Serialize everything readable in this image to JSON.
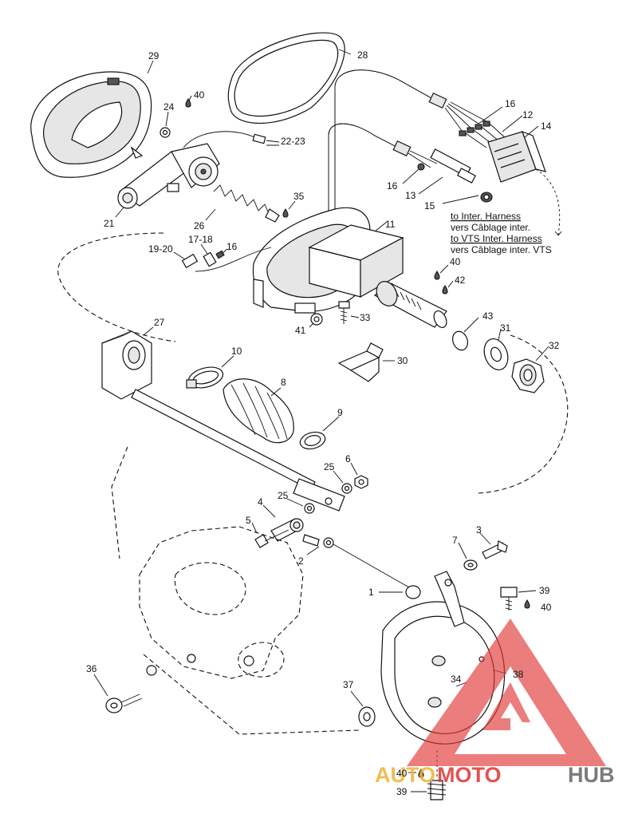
{
  "callouts": {
    "c1": "1",
    "c2": "2",
    "c3": "3",
    "c4": "4",
    "c5": "5",
    "c6": "6",
    "c7": "7",
    "c8": "8",
    "c9": "9",
    "c10": "10",
    "c11": "11",
    "c12": "12",
    "c13": "13",
    "c14": "14",
    "c15": "15",
    "c16a": "16",
    "c16b": "16",
    "c16c": "16",
    "c17_18": "17-18",
    "c19_20": "19-20",
    "c21": "21",
    "c22_23": "22-23",
    "c24": "24",
    "c25a": "25",
    "c25b": "25",
    "c26": "26",
    "c27": "27",
    "c28": "28",
    "c29": "29",
    "c30": "30",
    "c31": "31",
    "c32": "32",
    "c33": "33",
    "c34": "34",
    "c35": "35",
    "c36": "36",
    "c37": "37",
    "c38": "38",
    "c39a": "39",
    "c39b": "39",
    "c40a": "40",
    "c40b": "40",
    "c40c": "40",
    "c40d": "40",
    "c41": "41",
    "c42": "42",
    "c43": "43"
  },
  "harness_note": {
    "line1": "to Inter. Harness",
    "line2": "vers Câblage inter.",
    "line3": "to VTS Inter. Harness",
    "line4": "vers Câblage inter. VTS"
  },
  "watermark": {
    "part1": "AUTO",
    "part2": "MOTO",
    "part3": "HUB",
    "color_auto": "#f0b43c",
    "color_moto": "#e03a3a",
    "color_hub": "#6a6a6a"
  }
}
